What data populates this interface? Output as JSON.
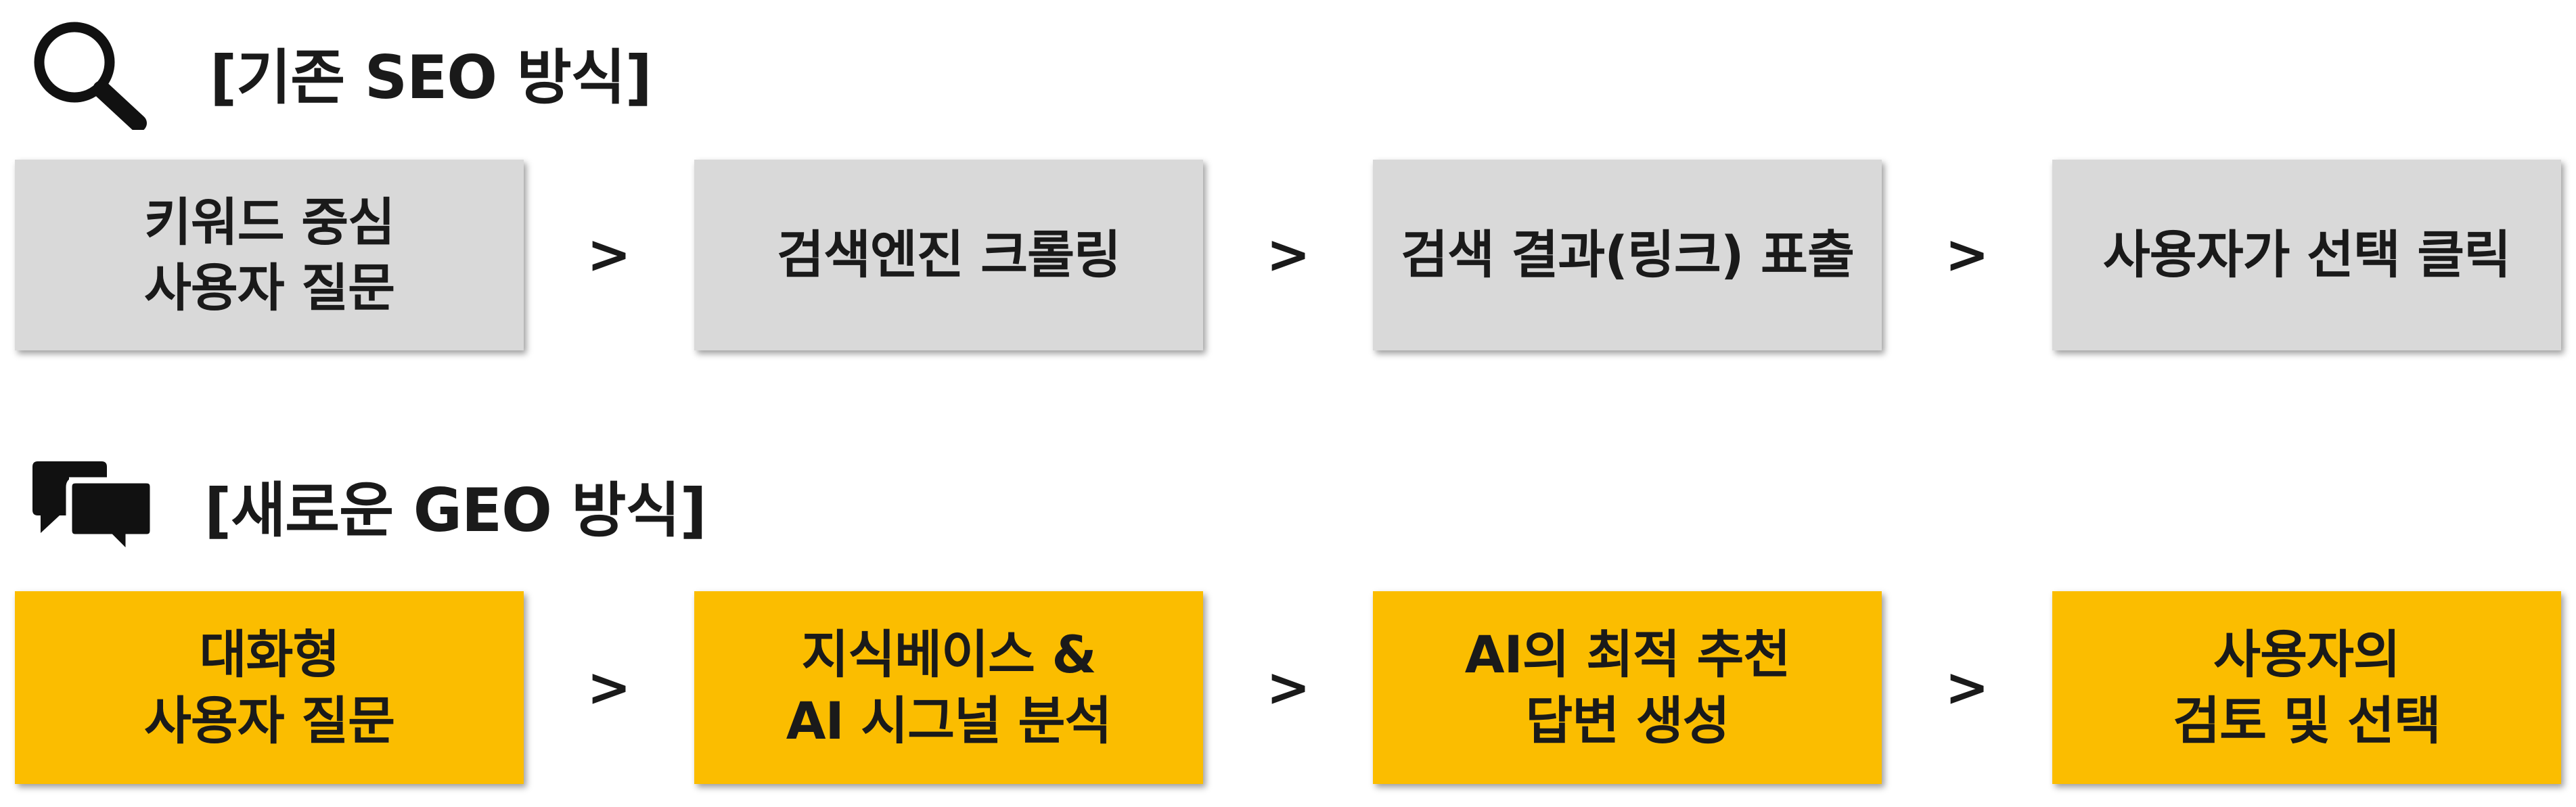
{
  "seo_section": {
    "icon": "magnifier-icon",
    "title": "[기존 SEO 방식]",
    "steps": [
      "키워드 중심\n사용자 질문",
      "검색엔진 크롤링",
      "검색 결과(링크) 표출",
      "사용자가 선택 클릭"
    ],
    "arrow": ">",
    "box_color": "#d9d9d9"
  },
  "geo_section": {
    "icon": "chat-bubbles-icon",
    "title": "[새로운 GEO 방식]",
    "steps": [
      "대화형\n사용자 질문",
      "지식베이스 &\nAI 시그널 분석",
      "AI의 최적 추천\n답변 생성",
      "사용자의\n검토 및 선택"
    ],
    "arrow": ">",
    "box_color": "#fbbd00"
  }
}
